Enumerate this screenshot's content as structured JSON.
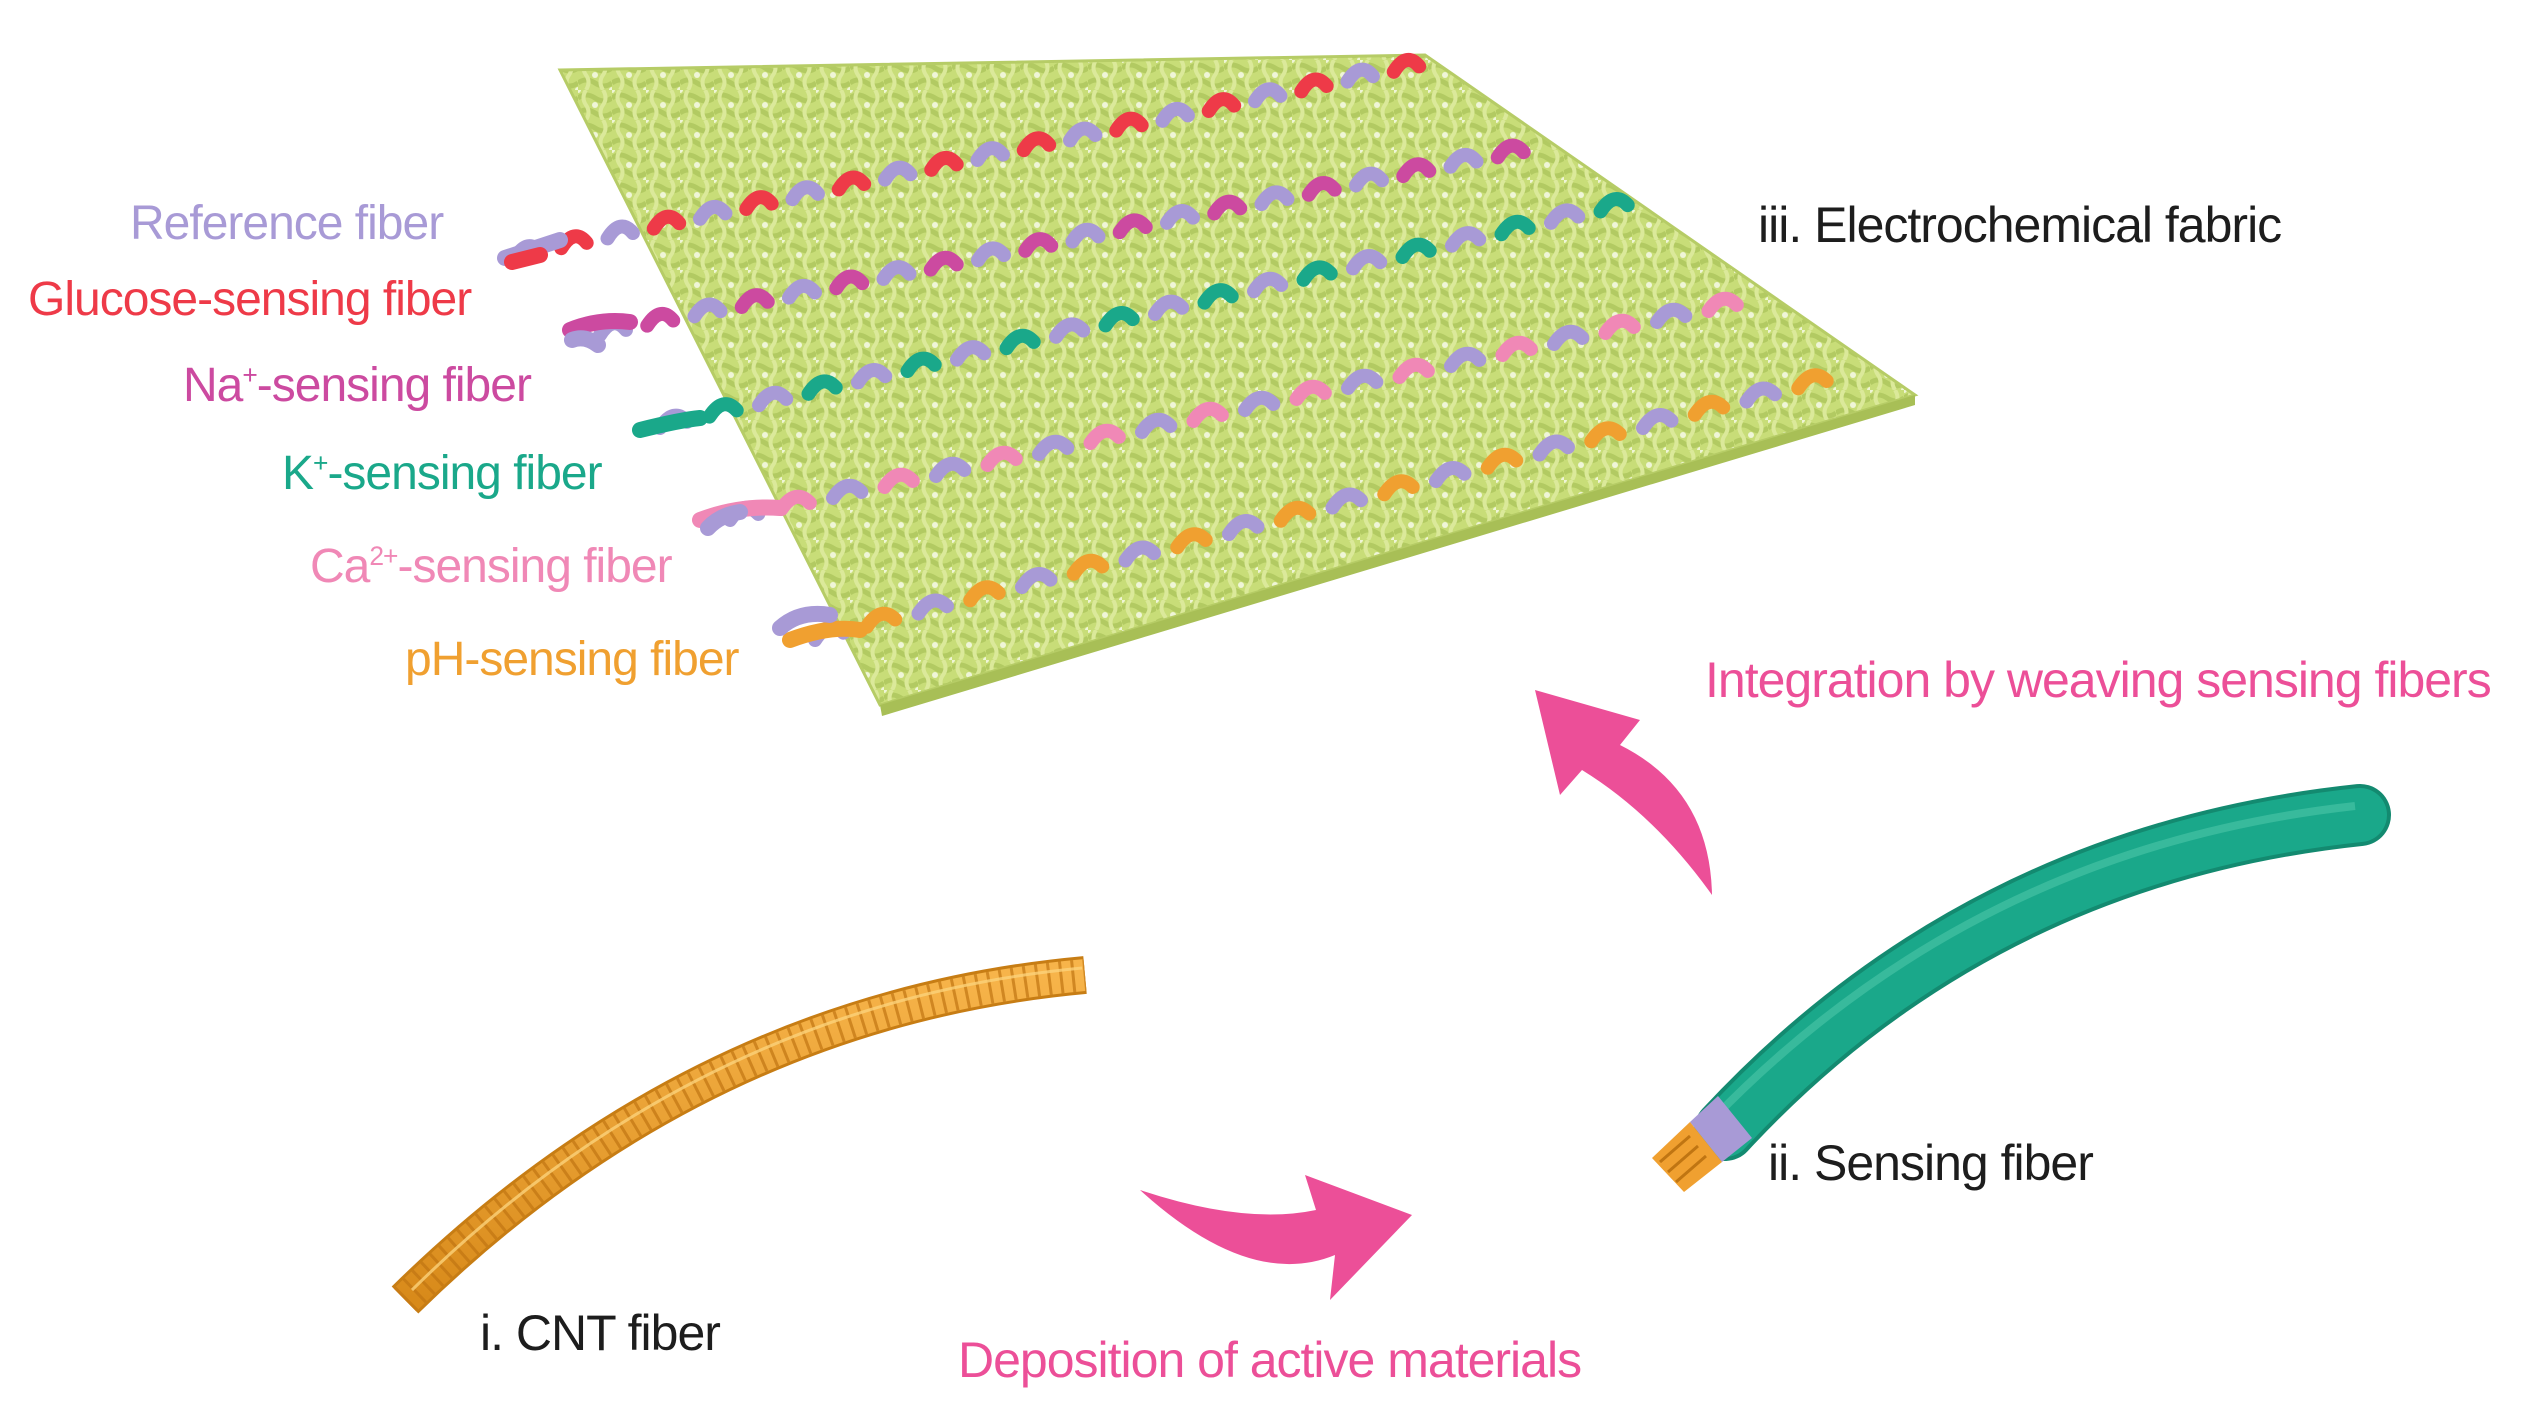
{
  "colors": {
    "fabric": "#c8dd78",
    "fabric_dark": "#a9c05a",
    "reference": "#a89ad6",
    "glucose": "#ee3a48",
    "na": "#cc4aa0",
    "k": "#1aa88a",
    "ca": "#f088b6",
    "ph": "#f0a030",
    "cnt": "#f0a030",
    "sensing": "#1aa88a",
    "arrow": "#ec4f98",
    "step_text": "#1d1d1d"
  },
  "fiber_labels": [
    {
      "id": "reference",
      "pre": "Reference fiber",
      "sup": "",
      "post": ""
    },
    {
      "id": "glucose",
      "pre": "Glucose-sensing fiber",
      "sup": "",
      "post": ""
    },
    {
      "id": "na",
      "pre": "Na",
      "sup": "+",
      "post": "-sensing fiber"
    },
    {
      "id": "k",
      "pre": "K",
      "sup": "+",
      "post": "-sensing fiber"
    },
    {
      "id": "ca",
      "pre": "Ca",
      "sup": "2+",
      "post": "-sensing fiber"
    },
    {
      "id": "ph",
      "pre": "pH-sensing fiber",
      "sup": "",
      "post": ""
    }
  ],
  "steps": {
    "fabric": "iii. Electrochemical fabric",
    "sensing": "ii. Sensing fiber",
    "cnt": "i. CNT fiber"
  },
  "processes": {
    "weaving": "Integration by weaving sensing fibers",
    "deposition": "Deposition of active materials"
  }
}
